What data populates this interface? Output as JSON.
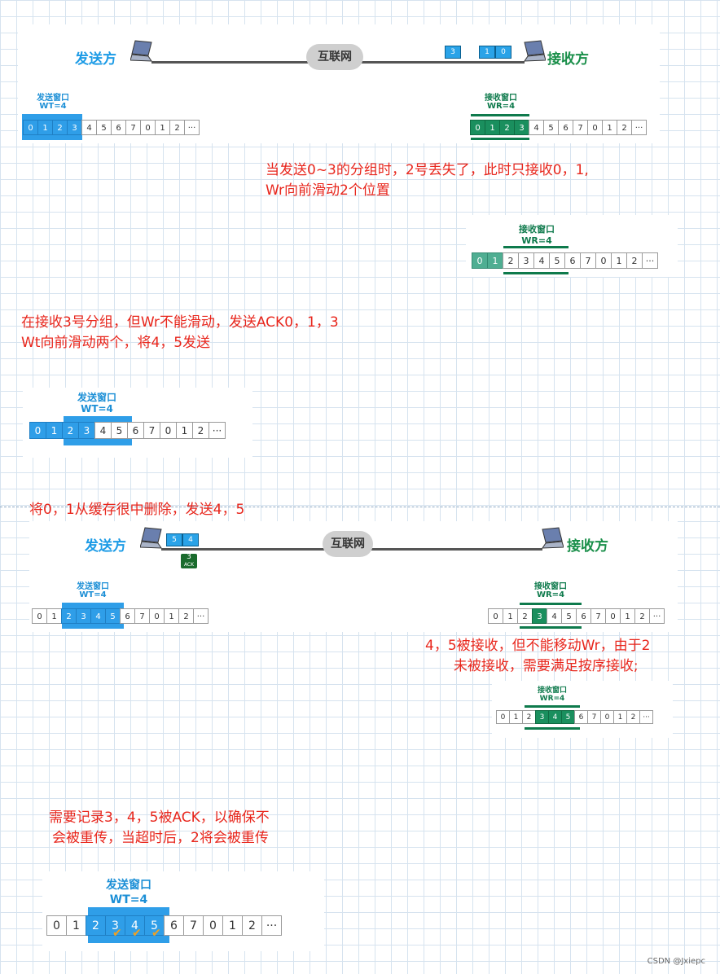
{
  "net": {
    "sender": "发送方",
    "receiver": "接收方",
    "internet": "互联网",
    "ack_text": "ACK"
  },
  "labels": {
    "send_window": "发送窗口",
    "wt": "WT=4",
    "recv_window": "接收窗口",
    "wr": "WR=4"
  },
  "seq_items": [
    "0",
    "1",
    "2",
    "3",
    "4",
    "5",
    "6",
    "7",
    "0",
    "1",
    "2",
    "···"
  ],
  "packets": {
    "p1": "3",
    "p2": "1",
    "p3": "0",
    "p4": "5",
    "p5": "4",
    "ack": "3"
  },
  "annotations": {
    "a1_line1": "当发送0~3的分组时，2号丢失了，此时只接收0，1,",
    "a1_line2": "Wr向前滑动2个位置",
    "a2_line1": "在接收3号分组，但Wr不能滑动，发送ACK0，1，3",
    "a2_line2": "Wt向前滑动两个，将4，5发送",
    "a3": "将0，1从缓存很中删除，发送4，5",
    "a4_line1": "4，5被接收，但不能移动Wr，由于2",
    "a4_line2": "未被接收，需要满足按序接收;",
    "a5_line1": "需要记录3，4，5被ACK，以确保不",
    "a5_line2": "会被重传，当超时后，2将会被重传"
  },
  "watermark": "CSDN @Jxiepc",
  "colors": {
    "sender": "#1c9be6",
    "receiver": "#1a8f4a",
    "annotation": "#e8261c"
  }
}
